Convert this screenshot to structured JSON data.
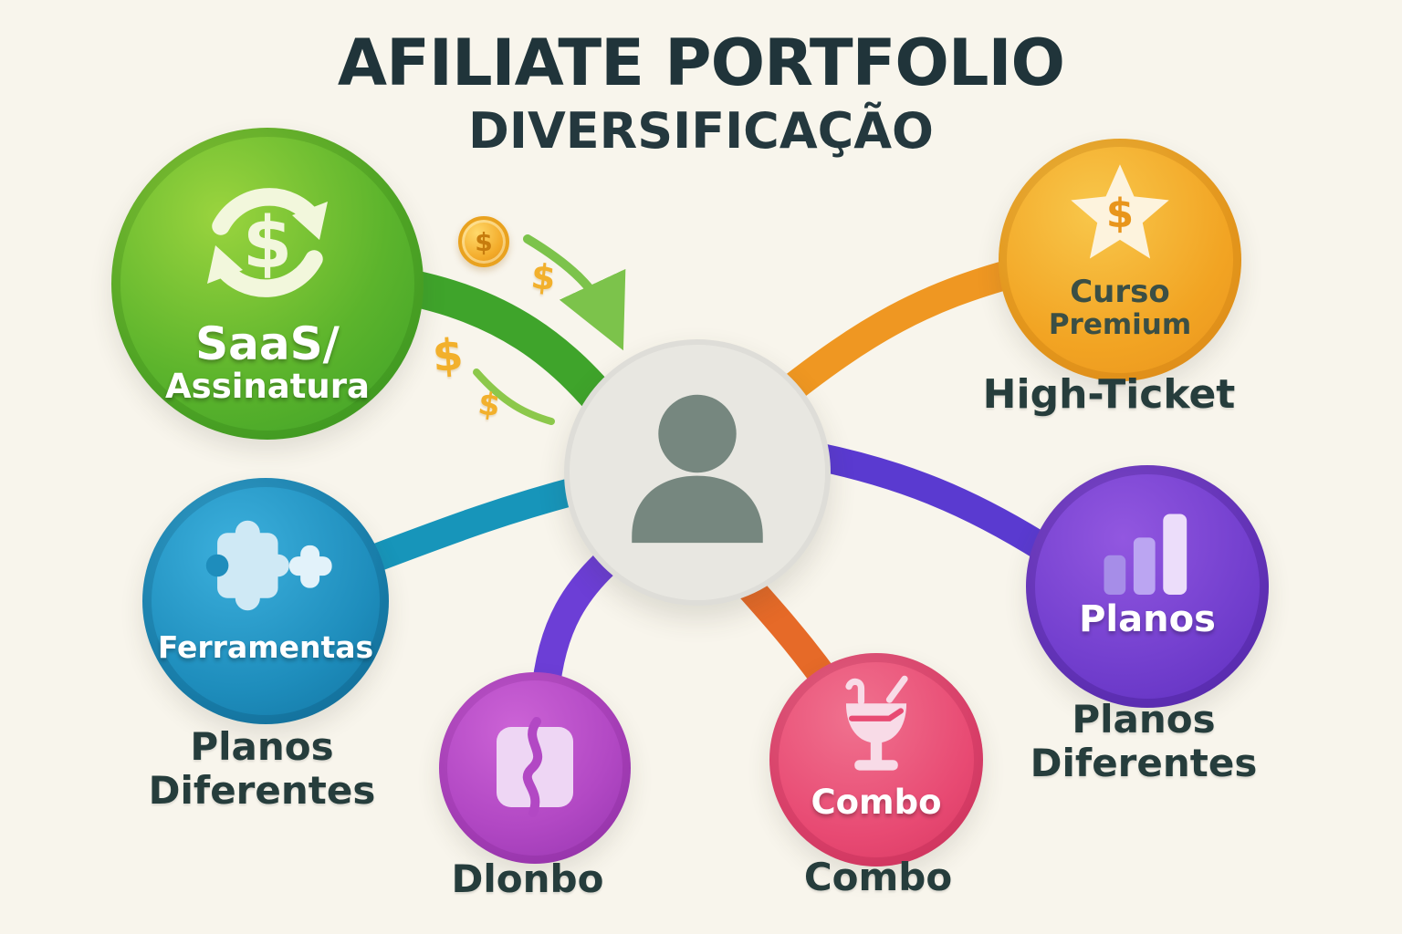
{
  "header": {
    "title": "AFILIATE PORTFOLIO",
    "subtitle": "DIVERSIFICAÇÃO"
  },
  "center": {
    "icon": "person-icon"
  },
  "nodes": {
    "saas": {
      "icon": "recurring-dollar-icon",
      "icon_symbol": "$",
      "label_line1": "SaaS/",
      "label_line2": "Assinatura",
      "color": "#55b22c",
      "connector_color": "#3fa42b"
    },
    "curso": {
      "icon": "star-dollar-icon",
      "icon_symbol": "$",
      "label_line1": "Curso",
      "label_line2": "Premium",
      "external_label": "High-Ticket",
      "color": "#f0a125",
      "connector_color": "#ef9722"
    },
    "ferramentas": {
      "icon": "puzzle-icon",
      "label": "Ferramentas",
      "external_label_line1": "Planos",
      "external_label_line2": "Diferentes",
      "color": "#1d8cba",
      "connector_color": "#1795ba"
    },
    "planos": {
      "icon": "bar-chart-icon",
      "label": "Planos",
      "external_label_line1": "Planos",
      "external_label_line2": "Diferentes",
      "color": "#6e3cd2",
      "connector_color": "#5a3ad0"
    },
    "clonbo": {
      "icon": "split-square-icon",
      "external_label": "Dlonbo",
      "color": "#b44fc6",
      "connector_color": "#6c3ed6"
    },
    "combo": {
      "icon": "cocktail-icon",
      "label": "Combo",
      "external_label": "Combo",
      "color": "#e64e7c",
      "connector_color": "#e66a28"
    }
  },
  "decorations": {
    "coin_symbol": "$",
    "dollar_sign_1": "$",
    "dollar_sign_2": "$",
    "dollar_sign_3": "$"
  },
  "colors": {
    "background": "#f8f5ec",
    "title_text": "#20343a",
    "label_text": "#263d3c",
    "center_circle": "#e8e7e1",
    "person_icon": "#76877f",
    "gold_accent": "#f2b02c"
  }
}
